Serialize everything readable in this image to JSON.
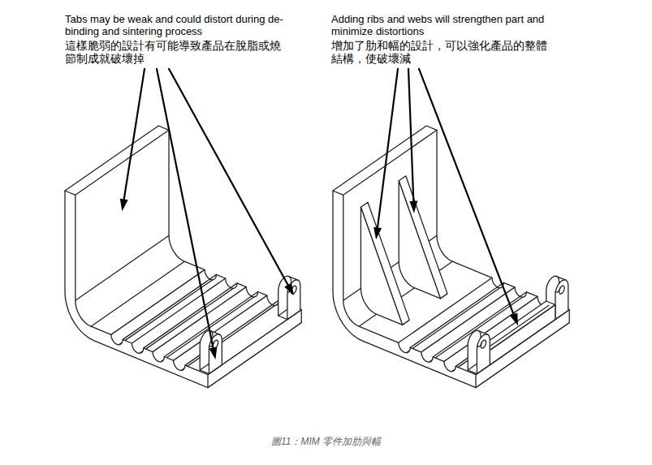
{
  "diagram": {
    "caption": "圖11：MIM 零件加肋與幅",
    "labels": [
      "Tabs may be weak and could distort during de-binding and sintering process",
      "這樣脆弱的設計有可能導致產品在脫脂或燒 節制成就破壞掉",
      "Adding ribs and webs will strengthen part and minimize distortions",
      "增加了肋和幅的設計，可以強化產品的整體 結構，使破壞減"
    ]
  }
}
